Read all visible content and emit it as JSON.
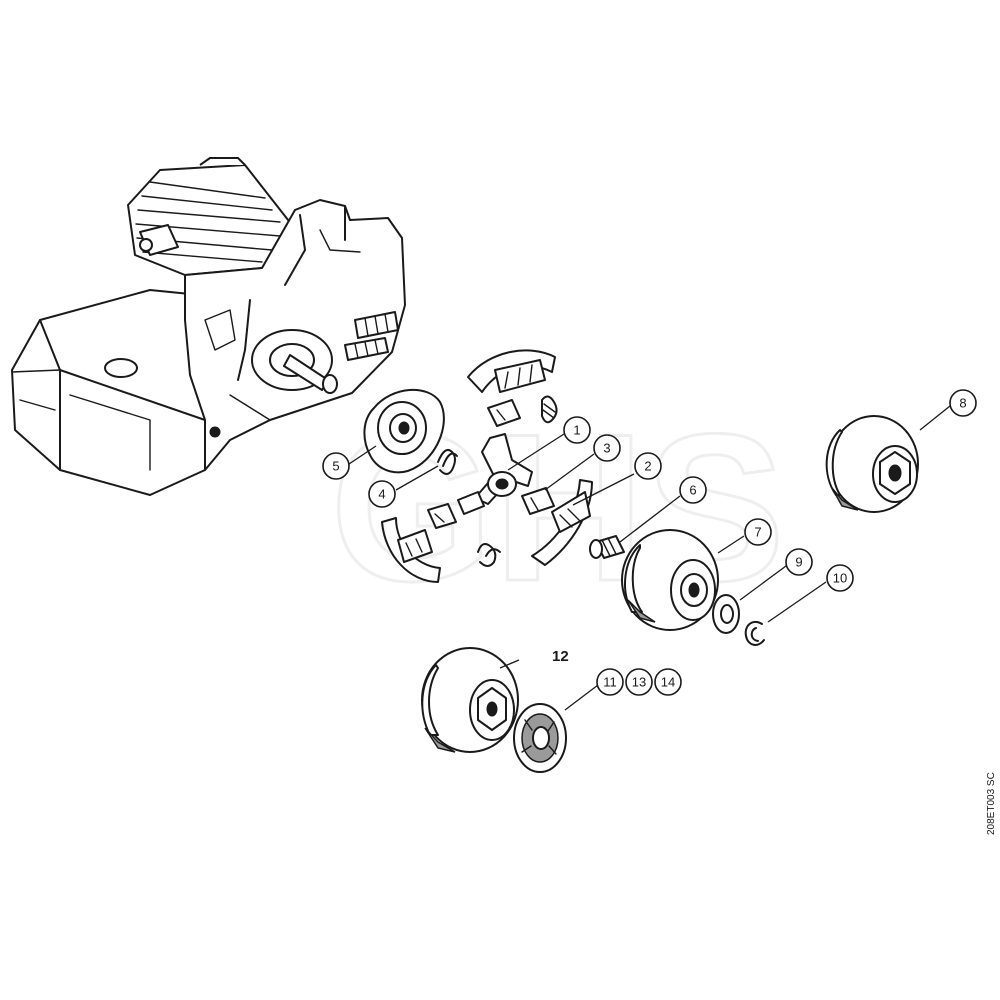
{
  "callouts": [
    {
      "id": "1",
      "label": "1"
    },
    {
      "id": "2",
      "label": "2"
    },
    {
      "id": "3",
      "label": "3"
    },
    {
      "id": "4",
      "label": "4"
    },
    {
      "id": "5",
      "label": "5"
    },
    {
      "id": "6",
      "label": "6"
    },
    {
      "id": "7",
      "label": "7"
    },
    {
      "id": "8",
      "label": "8"
    },
    {
      "id": "9",
      "label": "9"
    },
    {
      "id": "10",
      "label": "10"
    },
    {
      "id": "11",
      "label": "11"
    },
    {
      "id": "13",
      "label": "13"
    },
    {
      "id": "14",
      "label": "14"
    }
  ],
  "group_label": "12",
  "reference_code": "208ET003 SC",
  "watermark": "GHS"
}
